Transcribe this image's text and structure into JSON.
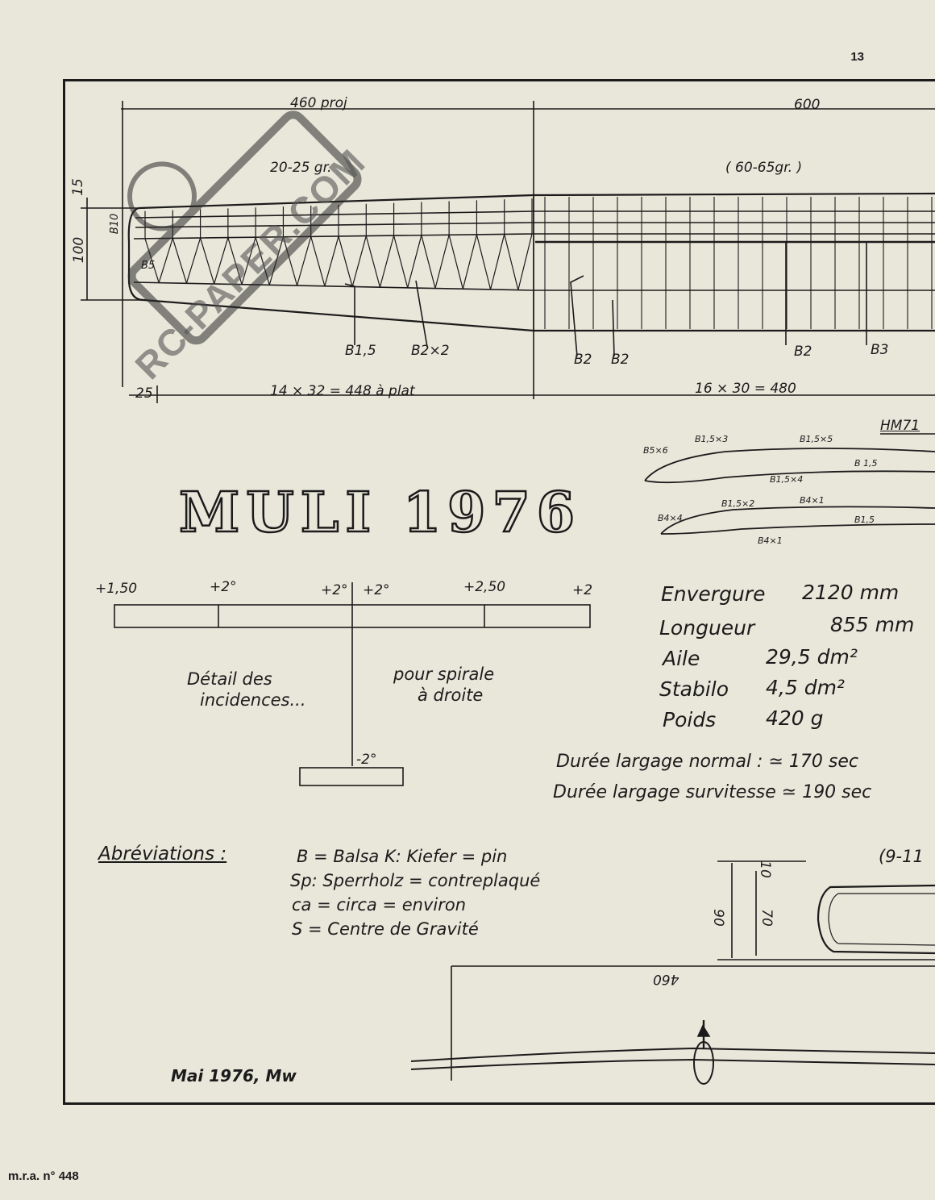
{
  "page": {
    "number": "13",
    "issue": "m.r.a. n° 448"
  },
  "wing_plan": {
    "dims_top": [
      "460 proj",
      "600"
    ],
    "weights": [
      "20-25 gr.",
      "( 60-65gr. )"
    ],
    "dims_left": [
      "15",
      "100",
      "25"
    ],
    "spar_labels_small": [
      "B10",
      "B5"
    ],
    "spar_labels": [
      "B1,5",
      "B2×2",
      "B2",
      "B2",
      "B2",
      "B3"
    ],
    "rib_spacing": [
      "14 × 32 = 448 à plat",
      "16 × 30 = 480"
    ]
  },
  "title": "MULI 1976",
  "airfoil": {
    "name": "HM71",
    "upper_labels": [
      "B5×6",
      "B1,5×3",
      "B1,5×5",
      "B 1,5",
      "B1,5×4"
    ],
    "lower_labels": [
      "B4×4",
      "B1,5×2",
      "B4×1",
      "B1,5",
      "B4×1"
    ]
  },
  "incidences": {
    "values": [
      "+1,50",
      "+2°",
      "+2°",
      "+2°",
      "+2,50",
      "+2",
      "-2°"
    ],
    "caption": [
      "Détail des",
      "incidences..."
    ],
    "spiral": [
      "pour spirale",
      "à droite"
    ]
  },
  "specs": [
    {
      "label": "Envergure",
      "value": "2120 mm"
    },
    {
      "label": "Longueur",
      "value": "855 mm"
    },
    {
      "label": "Aile",
      "value": "29,5 dm²"
    },
    {
      "label": "Stabilo",
      "value": "4,5 dm²"
    },
    {
      "label": "Poids",
      "value": "420 g"
    }
  ],
  "durations": [
    "Durée largage normal : ≃ 170 sec",
    "Durée largage survitesse ≃ 190 sec"
  ],
  "abbreviations": {
    "heading": "Abréviations :",
    "lines": [
      "B = Balsa    K: Kiefer = pin",
      "Sp: Sperrholz = contreplaqué",
      "ca = circa = environ",
      "S = Centre de Gravité"
    ]
  },
  "stab_plan": {
    "weight": "(9-11",
    "dims": [
      "10",
      "90",
      "70",
      "460"
    ]
  },
  "signature": "Mai 1976, Mw",
  "watermark": "RC-PAPER.COM"
}
